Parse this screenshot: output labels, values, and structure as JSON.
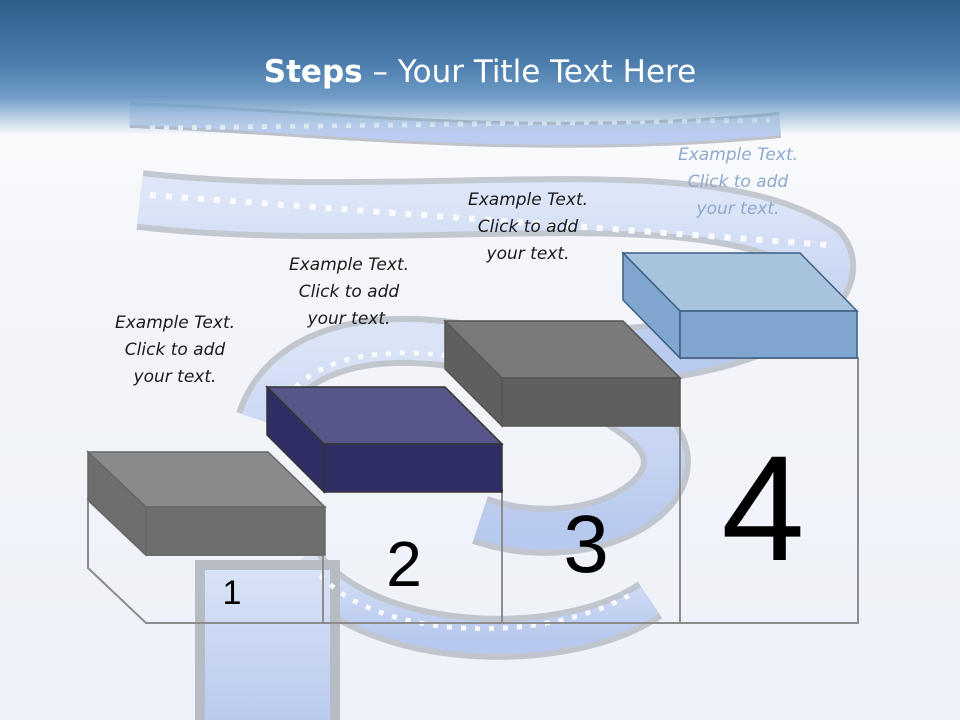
{
  "slide": {
    "title_bold": "Steps",
    "title_rest": " – Your Title Text Here"
  },
  "steps": [
    {
      "number": "1",
      "caption": [
        "Example Text.",
        "Click  to add",
        "your text."
      ],
      "top_color": "#8a8a8a",
      "side_color": "#6e6e6e"
    },
    {
      "number": "2",
      "caption": [
        "Example Text.",
        "Click  to add",
        "your text."
      ],
      "top_color": "#565689",
      "side_color": "#2f2f66"
    },
    {
      "number": "3",
      "caption": [
        "Example Text.",
        "Click  to add",
        "your text."
      ],
      "top_color": "#7a7a7a",
      "side_color": "#5f5f5f"
    },
    {
      "number": "4",
      "caption": [
        "Example Text.",
        "Click  to add",
        "your text."
      ],
      "top_color": "#a8c3de",
      "side_color": "#7fa6cf"
    }
  ],
  "decor": {
    "filmstrip-icon": "film-reel-background"
  }
}
